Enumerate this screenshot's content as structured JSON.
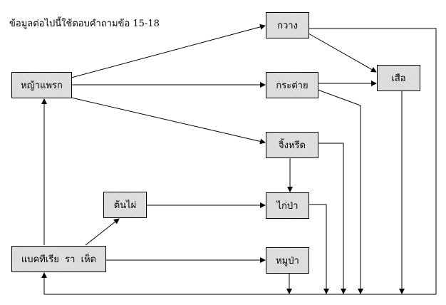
{
  "heading": "ข้อมูลต่อไปนี้ใช้ตอบคำถามข้อ 15-18",
  "nodes": {
    "grass": "หญ้าแพรก",
    "deer": "กวาง",
    "rabbit": "กระต่าย",
    "tiger": "เสือ",
    "cricket": "จิ้งหรีด",
    "junglefowl": "ไก่ป่า",
    "bamboo": "ต้นไผ่",
    "decomposers": "แบคทีเรีย  รา  เห็ด",
    "boar": "หมูป่า"
  },
  "edges": [
    {
      "from": "grass",
      "to": "deer"
    },
    {
      "from": "grass",
      "to": "rabbit"
    },
    {
      "from": "grass",
      "to": "cricket"
    },
    {
      "from": "deer",
      "to": "tiger"
    },
    {
      "from": "rabbit",
      "to": "tiger"
    },
    {
      "from": "cricket",
      "to": "junglefowl"
    },
    {
      "from": "bamboo",
      "to": "junglefowl"
    },
    {
      "from": "decomposers",
      "to": "bamboo"
    },
    {
      "from": "decomposers",
      "to": "boar"
    },
    {
      "from": "decomposers",
      "to": "grass"
    },
    {
      "from": "boar",
      "to": "decomposers"
    },
    {
      "from": "junglefowl",
      "to": "decomposers"
    },
    {
      "from": "cricket",
      "to": "decomposers"
    },
    {
      "from": "rabbit",
      "to": "decomposers"
    },
    {
      "from": "tiger",
      "to": "decomposers"
    },
    {
      "from": "deer",
      "to": "decomposers"
    }
  ]
}
